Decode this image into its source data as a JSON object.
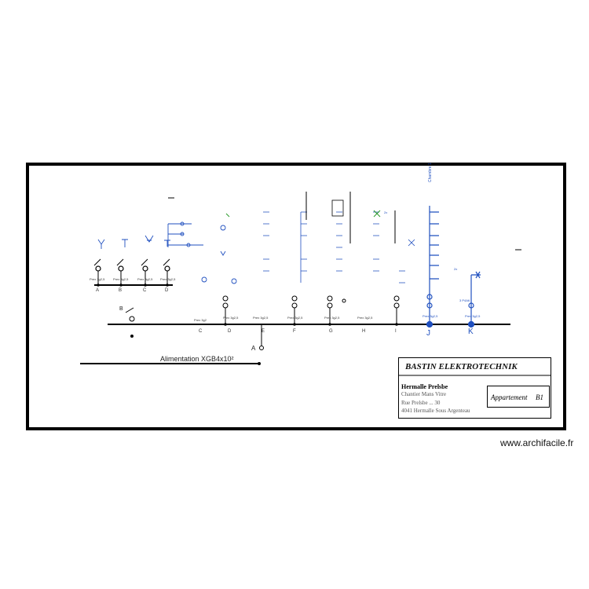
{
  "title_block": {
    "company": "BASTIN ELEKTROTECHNIK",
    "client": "Hermalle Prelsbe",
    "line2": "Chantier Mans Vitre",
    "line3": "Rue Prelsbe ...  30",
    "line4": "4041 Hermalle Sous Argenteau",
    "drawing_label": "Appartement",
    "drawing_code": "B1"
  },
  "supply_label": "Alimentation XGB4x10²",
  "watermark": "www.archifacile.fr",
  "vertical_label": "Chambre 1",
  "circuit_letters": [
    "A",
    "B",
    "C",
    "D",
    "C",
    "D",
    "E",
    "F",
    "G",
    "H",
    "I"
  ],
  "main_bus_labels": [
    "J",
    "K",
    "A",
    "B"
  ],
  "cable_labels": {
    "upper_bus": [
      "Prex 3g2,5",
      "Prex 3g2,5",
      "Prex 3g2,5",
      "Prex 3g2,5"
    ],
    "lower_bus": [
      "Prex 3g2",
      "Prex 3g2,5",
      "Prex 3g2,5",
      "Prex 3g2,5",
      "Prex 3g2,5",
      "Prex 3g2,5",
      "Prex 3g2,5",
      "Prex 3g2,5"
    ]
  },
  "small_labels": {
    "k_side": "3 P4A6",
    "k_top": "2x",
    "legend_ff": "2x"
  }
}
